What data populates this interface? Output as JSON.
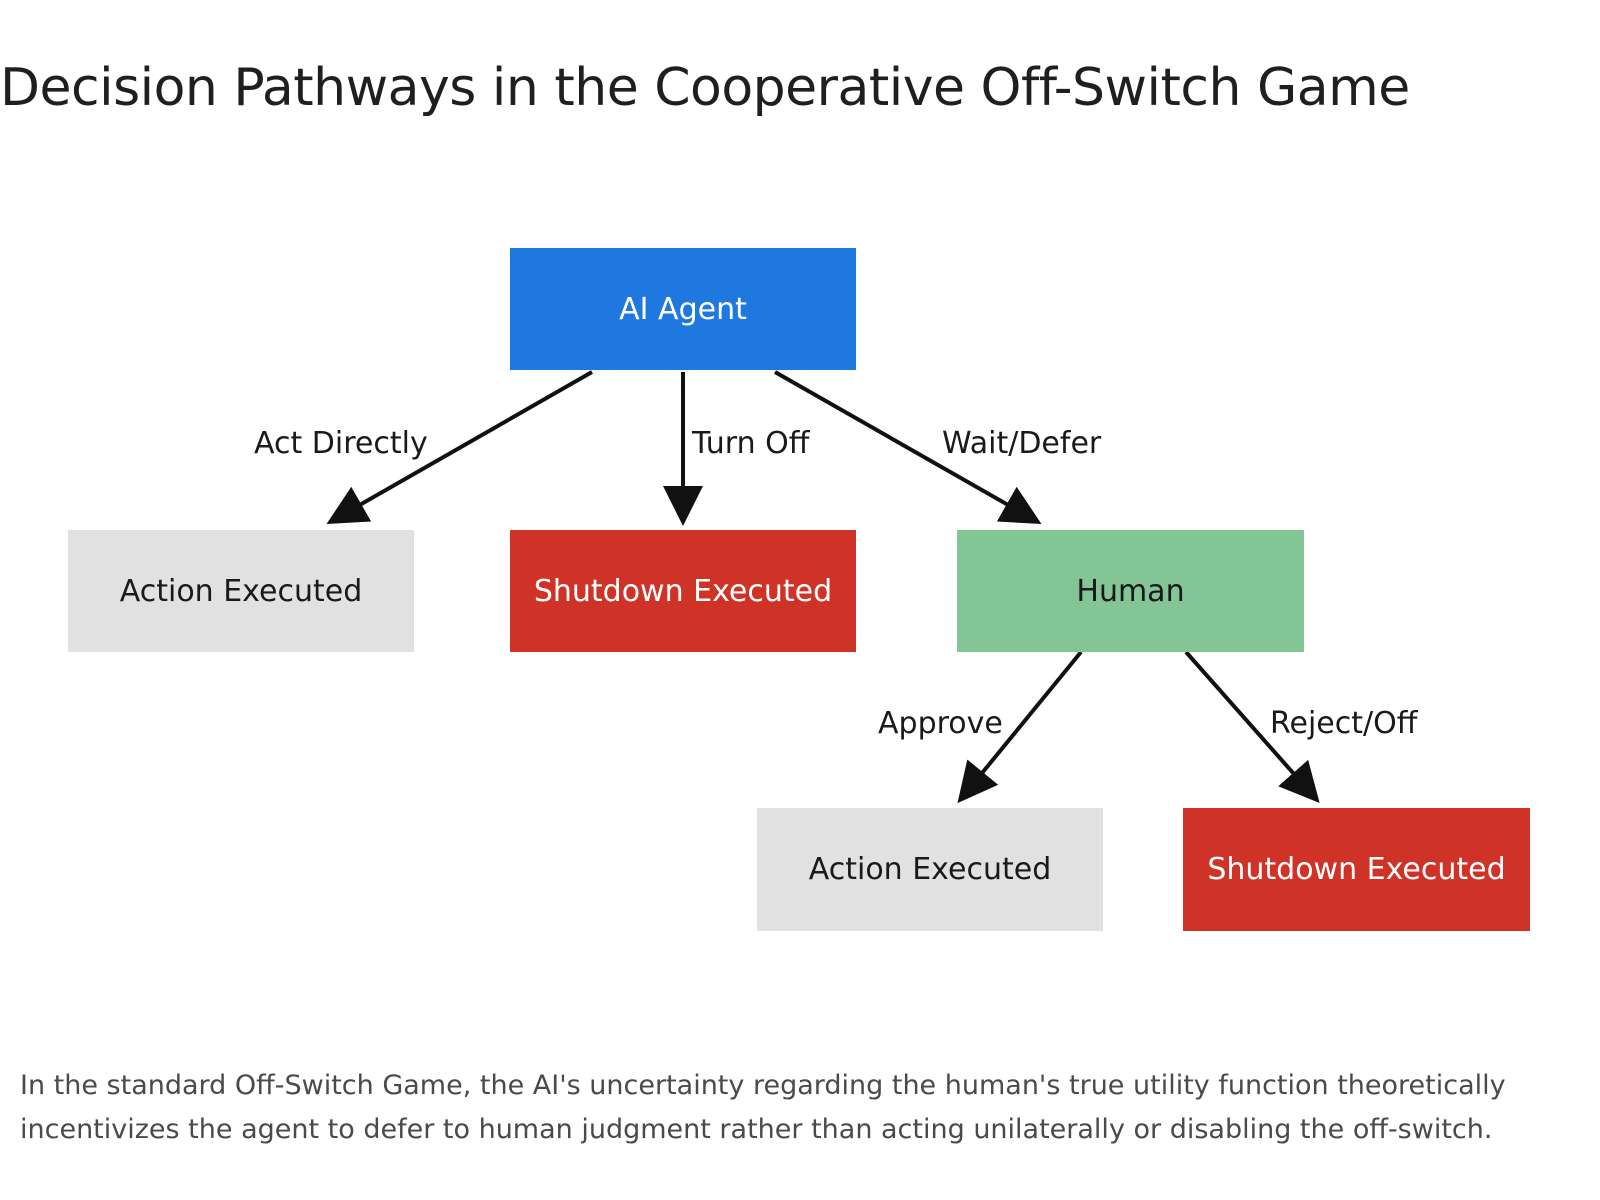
{
  "title": "Decision Pathways in the Cooperative Off-Switch Game",
  "nodes": {
    "ai_agent": "AI Agent",
    "action_executed_1": "Action Executed",
    "shutdown_executed_1": "Shutdown Executed",
    "human": "Human",
    "action_executed_2": "Action Executed",
    "shutdown_executed_2": "Shutdown Executed"
  },
  "edges": {
    "act_directly": "Act Directly",
    "turn_off": "Turn Off",
    "wait_defer": "Wait/Defer",
    "approve": "Approve",
    "reject_off": "Reject/Off"
  },
  "colors": {
    "agent": "#1f77e0",
    "shutdown": "#cf3327",
    "human": "#84c595",
    "action": "#e1e1e1"
  },
  "caption": "In the standard Off-Switch Game, the AI's uncertainty regarding the human's true utility function theoretically incentivizes the agent to defer to human judgment rather than acting unilaterally or disabling the off-switch."
}
